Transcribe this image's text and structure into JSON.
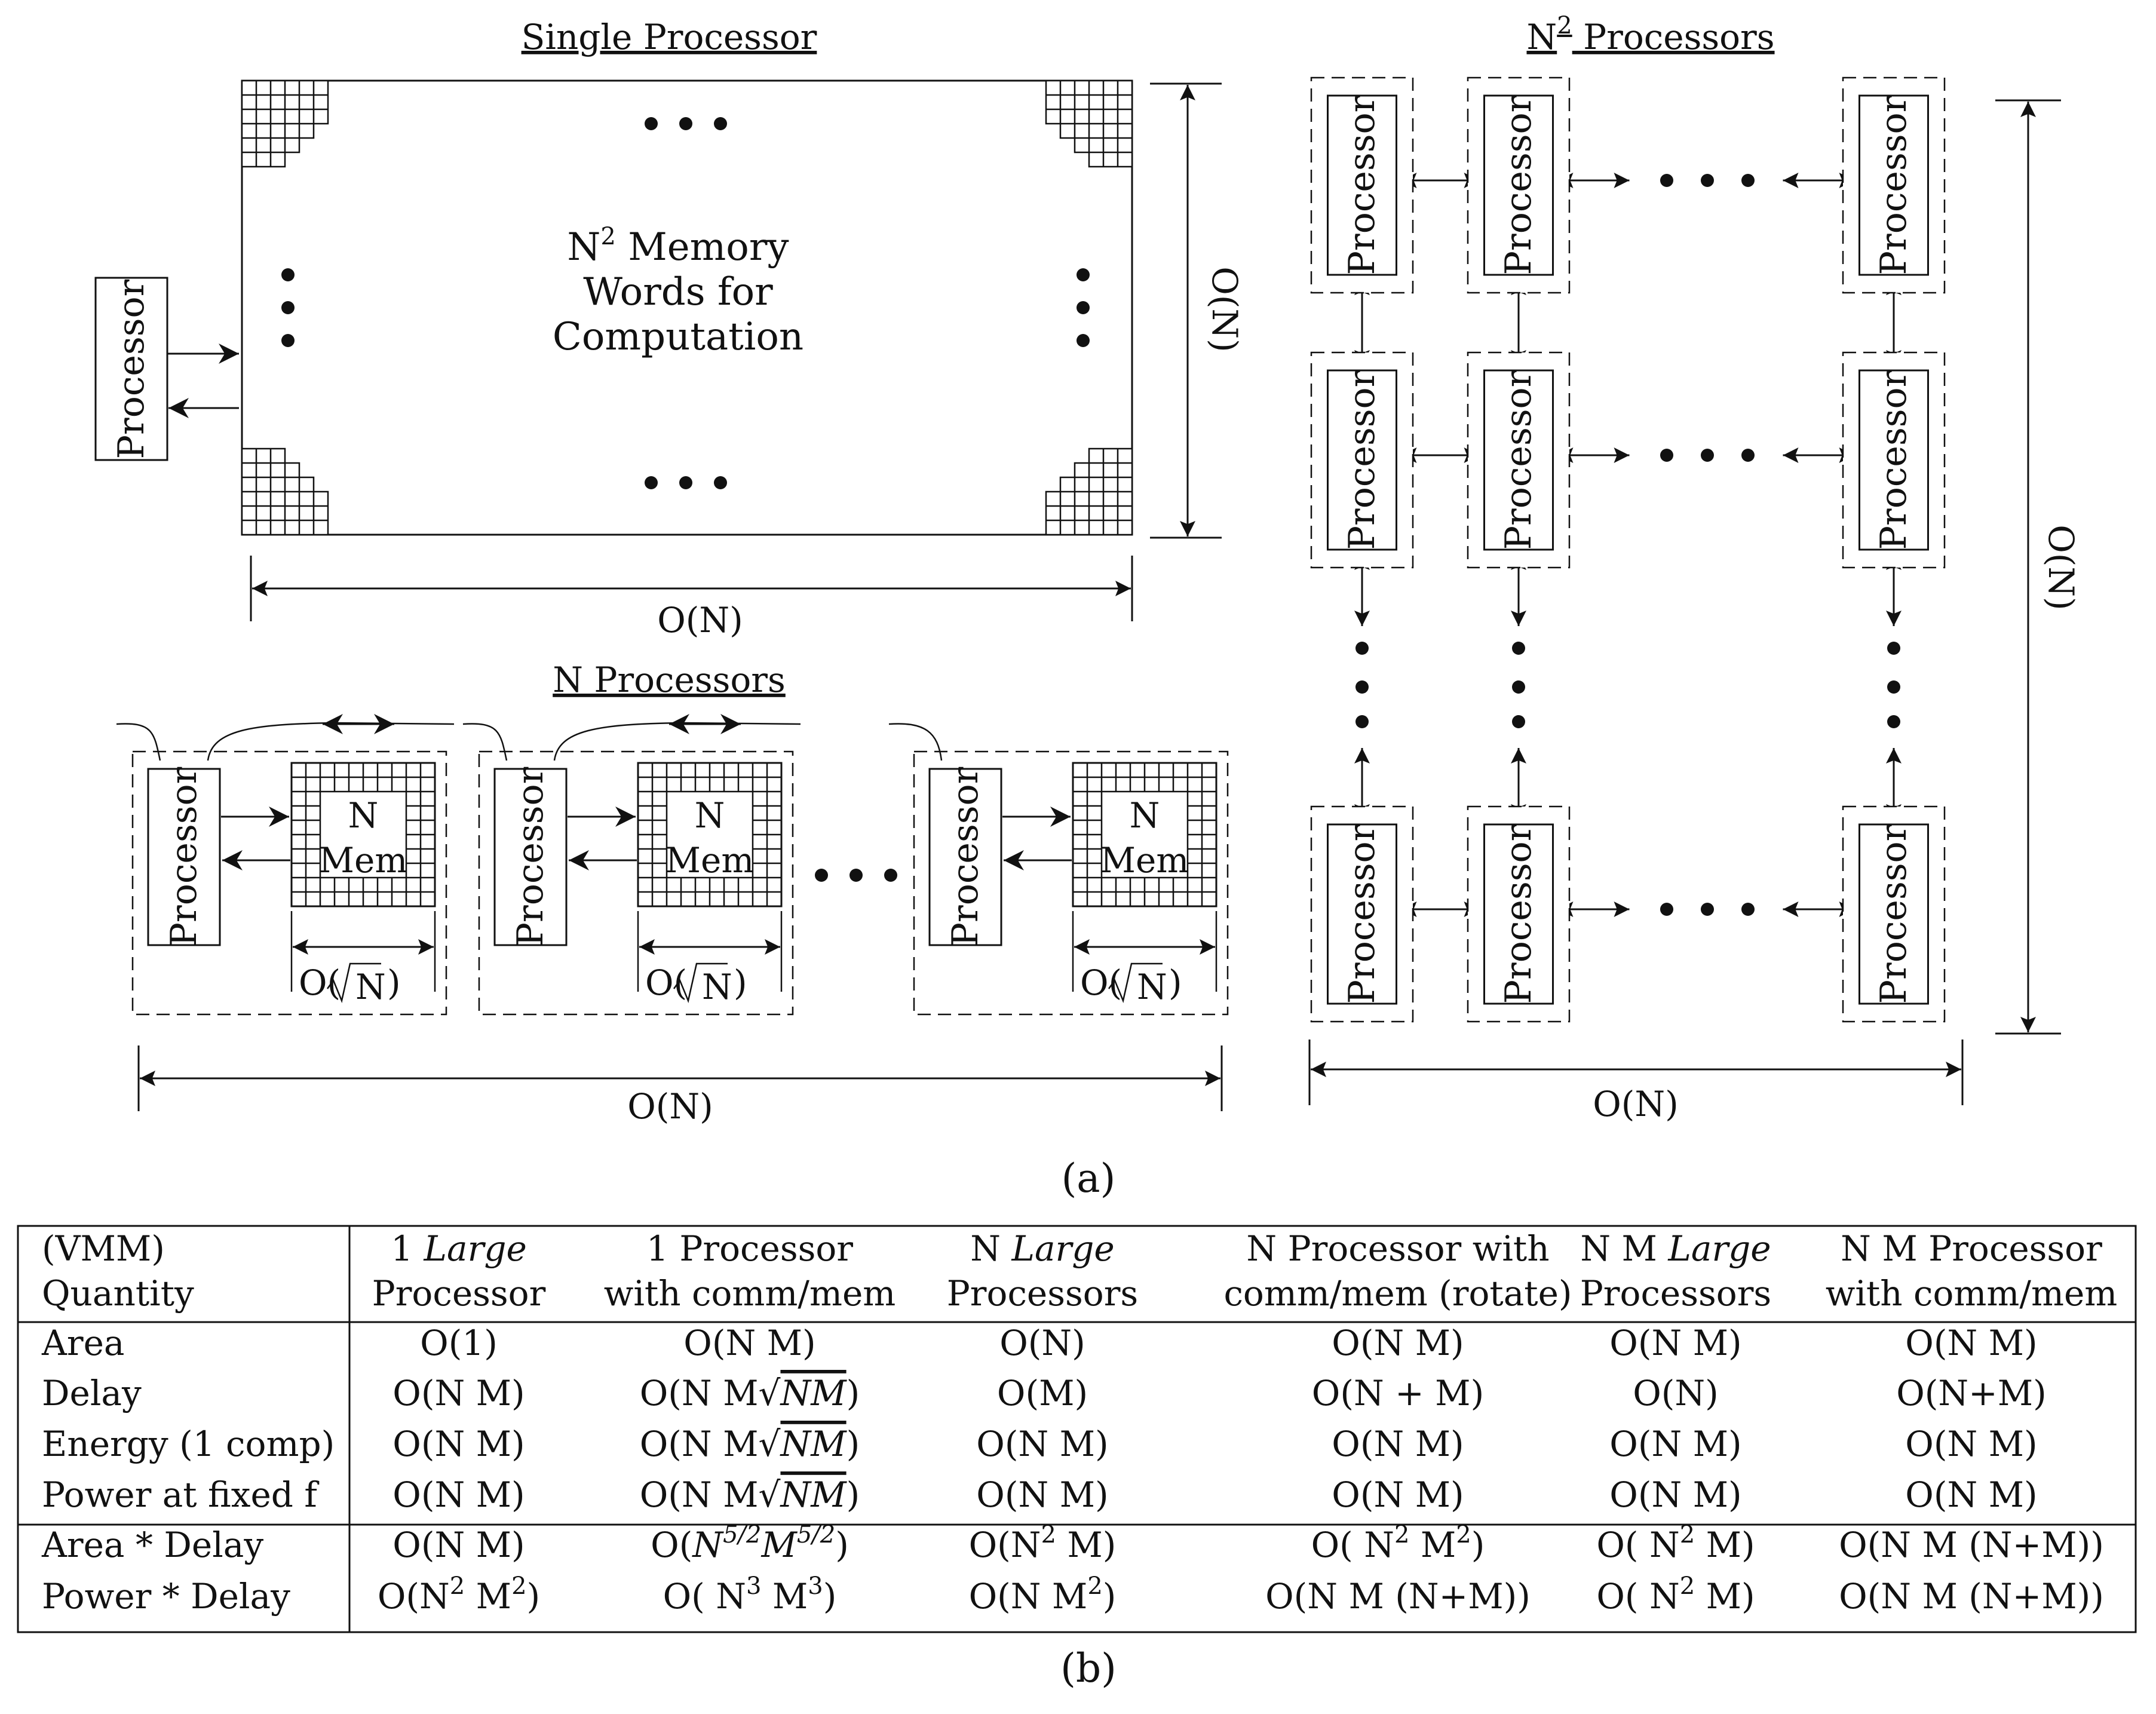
{
  "figure_a": {
    "caption": "(a)",
    "single": {
      "title": "Single Processor",
      "processor": "Processor",
      "memory_line1_pre": "N",
      "memory_line1_sup": "2",
      "memory_line1_post": " Memory",
      "memory_line2": "Words for",
      "memory_line3": "Computation",
      "width_label": "O(N)",
      "height_label": "O(N)"
    },
    "n_processors": {
      "title": "N Processors",
      "processor": "Processor",
      "mem_top": "N",
      "mem_bottom": "Mem",
      "sub_label_pre": "O(",
      "sub_label_rad": "N",
      "sub_label_post": ")",
      "width_label": "O(N)"
    },
    "n2_processors": {
      "title_pre": "N",
      "title_sup": "2",
      "title_post": " Processors",
      "processor": "Processor",
      "width_label": "O(N)",
      "height_label": "O(N)"
    }
  },
  "figure_b": {
    "caption": "(b)",
    "headers": [
      {
        "l1": [
          [
            "",
            "(VMM)"
          ]
        ],
        "l2": [
          [
            "",
            "Quantity"
          ]
        ]
      },
      {
        "l1": [
          [
            "",
            "1 "
          ],
          [
            "i",
            "Large"
          ]
        ],
        "l2": [
          [
            "",
            "Processor"
          ]
        ]
      },
      {
        "l1": [
          [
            "",
            "1 Processor"
          ]
        ],
        "l2": [
          [
            "",
            "with comm/mem"
          ]
        ]
      },
      {
        "l1": [
          [
            "",
            "N "
          ],
          [
            "i",
            "Large"
          ]
        ],
        "l2": [
          [
            "",
            "Processors"
          ]
        ]
      },
      {
        "l1": [
          [
            "",
            "N Processor with"
          ]
        ],
        "l2": [
          [
            "",
            "comm/mem (rotate)"
          ]
        ]
      },
      {
        "l1": [
          [
            "",
            "N M "
          ],
          [
            "i",
            "Large"
          ]
        ],
        "l2": [
          [
            "",
            "Processors"
          ]
        ]
      },
      {
        "l1": [
          [
            "",
            "N M Processor"
          ]
        ],
        "l2": [
          [
            "",
            "with comm/mem"
          ]
        ]
      }
    ],
    "rows": [
      [
        [
          [
            "",
            "Area"
          ]
        ],
        [
          [
            "",
            "O(1)"
          ]
        ],
        [
          [
            "",
            "O(N M)"
          ]
        ],
        [
          [
            "",
            "O(N)"
          ]
        ],
        [
          [
            "",
            "O(N M)"
          ]
        ],
        [
          [
            "",
            "O(N M)"
          ]
        ],
        [
          [
            "",
            "O(N M)"
          ]
        ]
      ],
      [
        [
          [
            "",
            "Delay"
          ]
        ],
        [
          [
            "",
            "O(N M)"
          ]
        ],
        [
          [
            "",
            "O(N M"
          ],
          [
            "r",
            "NM"
          ],
          [
            "",
            ")"
          ]
        ],
        [
          [
            "",
            "O(M)"
          ]
        ],
        [
          [
            "",
            "O(N + M)"
          ]
        ],
        [
          [
            "",
            "O(N)"
          ]
        ],
        [
          [
            "",
            "O(N+M)"
          ]
        ]
      ],
      [
        [
          [
            "",
            "Energy (1 comp)"
          ]
        ],
        [
          [
            "",
            "O(N M)"
          ]
        ],
        [
          [
            "",
            "O(N M"
          ],
          [
            "r",
            "NM"
          ],
          [
            "",
            ")"
          ]
        ],
        [
          [
            "",
            "O(N M)"
          ]
        ],
        [
          [
            "",
            "O(N M)"
          ]
        ],
        [
          [
            "",
            "O(N M)"
          ]
        ],
        [
          [
            "",
            "O(N M)"
          ]
        ]
      ],
      [
        [
          [
            "",
            "Power at fixed f"
          ]
        ],
        [
          [
            "",
            "O(N M)"
          ]
        ],
        [
          [
            "",
            "O(N M"
          ],
          [
            "r",
            "NM"
          ],
          [
            "",
            ")"
          ]
        ],
        [
          [
            "",
            "O(N M)"
          ]
        ],
        [
          [
            "",
            "O(N M)"
          ]
        ],
        [
          [
            "",
            "O(N M)"
          ]
        ],
        [
          [
            "",
            "O(N M)"
          ]
        ]
      ],
      [
        [
          [
            "",
            "Area * Delay"
          ]
        ],
        [
          [
            "",
            "O(N M)"
          ]
        ],
        [
          [
            "",
            "O("
          ],
          [
            "i",
            "N"
          ],
          [
            "si",
            "5/2"
          ],
          [
            "i",
            "M"
          ],
          [
            "si",
            "5/2"
          ],
          [
            "",
            ")"
          ]
        ],
        [
          [
            "",
            "O(N"
          ],
          [
            "s",
            "2"
          ],
          [
            "",
            " M)"
          ]
        ],
        [
          [
            "",
            "O( N"
          ],
          [
            "s",
            "2"
          ],
          [
            "",
            " M"
          ],
          [
            "s",
            "2"
          ],
          [
            "",
            ")"
          ]
        ],
        [
          [
            "",
            "O( N"
          ],
          [
            "s",
            "2"
          ],
          [
            "",
            " M)"
          ]
        ],
        [
          [
            "",
            "O(N M (N+M))"
          ]
        ]
      ],
      [
        [
          [
            "",
            "Power * Delay"
          ]
        ],
        [
          [
            "",
            "O(N"
          ],
          [
            "s",
            "2"
          ],
          [
            "",
            " M"
          ],
          [
            "s",
            "2"
          ],
          [
            "",
            ")"
          ]
        ],
        [
          [
            "",
            "O( N"
          ],
          [
            "s",
            "3"
          ],
          [
            "",
            " M"
          ],
          [
            "s",
            "3"
          ],
          [
            "",
            ")"
          ]
        ],
        [
          [
            "",
            "O(N M"
          ],
          [
            "s",
            "2"
          ],
          [
            "",
            ")"
          ]
        ],
        [
          [
            "",
            "O(N M (N+M))"
          ]
        ],
        [
          [
            "",
            "O( N"
          ],
          [
            "s",
            "2"
          ],
          [
            "",
            " M)"
          ]
        ],
        [
          [
            "",
            "O(N M (N+M))"
          ]
        ]
      ]
    ]
  }
}
